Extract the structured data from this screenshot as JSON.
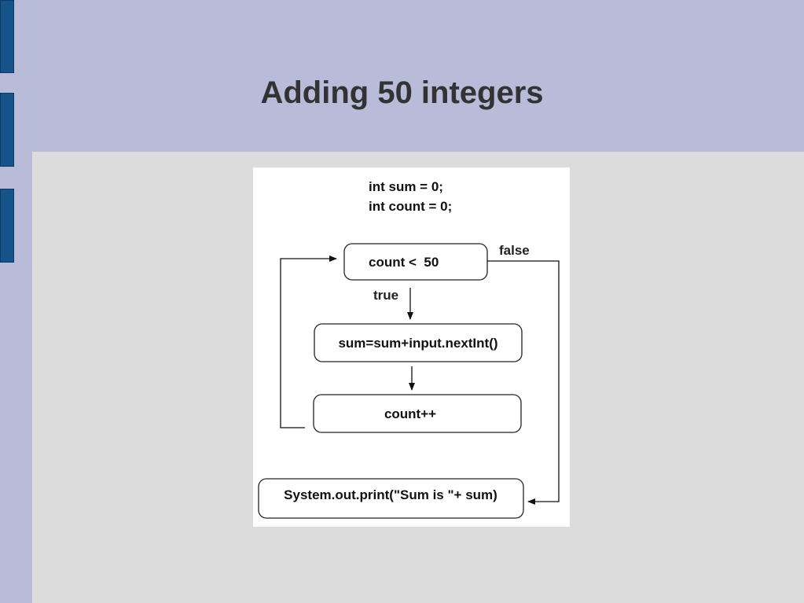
{
  "slide": {
    "title": "Adding 50 integers",
    "colors": {
      "background": "#b8bcd8",
      "content": "#dcdcdc",
      "accent": "#15538a",
      "title": "#333333"
    }
  },
  "flowchart": {
    "init_lines": [
      "int sum = 0;",
      "int count = 0;"
    ],
    "condition": "count <  50",
    "body_step": "sum=sum+input.nextInt()",
    "increment_step": "count++",
    "output_step": "System.out.print(\"Sum is \"+ sum)",
    "true_label": "true",
    "false_label": "false"
  }
}
